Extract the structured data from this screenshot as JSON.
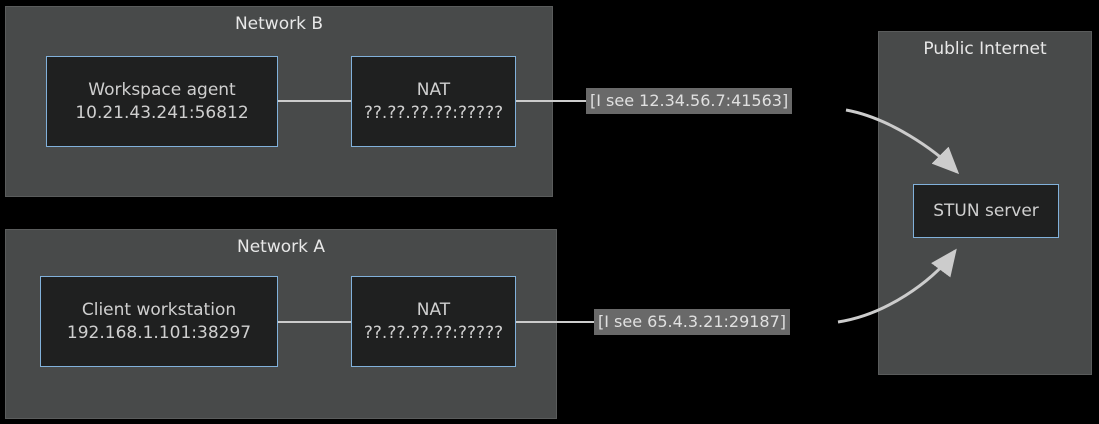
{
  "diagram": {
    "type": "network-topology",
    "background": "#000000",
    "cluster_fill": "#484a4a",
    "node_fill": "#1f2020",
    "node_border": "#81b1db",
    "edge_color": "#cccccc",
    "label_fill": "#696969",
    "text_color": "#cfcfcf"
  },
  "clusters": [
    {
      "id": "network_b",
      "title": "Network B",
      "nodes": [
        {
          "id": "workspace_agent",
          "line1": "Workspace agent",
          "line2": "10.21.43.241:56812"
        },
        {
          "id": "nat_b",
          "line1": "NAT",
          "line2": "??.??.??.??:?????"
        }
      ]
    },
    {
      "id": "network_a",
      "title": "Network A",
      "nodes": [
        {
          "id": "client_workstation",
          "line1": "Client workstation",
          "line2": "192.168.1.101:38297"
        },
        {
          "id": "nat_a",
          "line1": "NAT",
          "line2": "??.??.??.??:?????"
        }
      ]
    },
    {
      "id": "public_internet",
      "title": "Public Internet",
      "nodes": [
        {
          "id": "stun_server",
          "line1": "STUN server",
          "line2": ""
        }
      ]
    }
  ],
  "edges": [
    {
      "id": "edge_b_to_stun",
      "label": "[I see 12.34.56.7:41563]",
      "from": "nat_b",
      "to": "stun_server"
    },
    {
      "id": "edge_a_to_stun",
      "label": "[I see 65.4.3.21:29187]",
      "from": "nat_a",
      "to": "stun_server"
    }
  ]
}
